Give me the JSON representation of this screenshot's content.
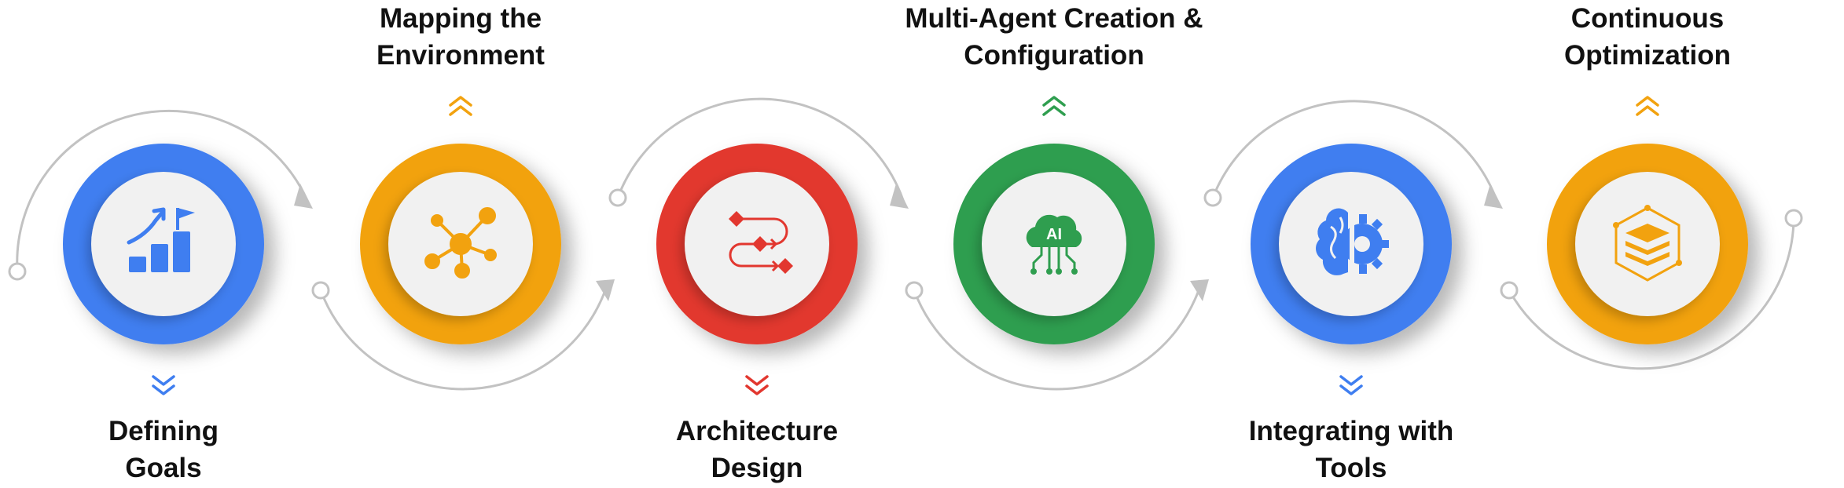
{
  "colors": {
    "blue": "#3f7ef0",
    "orange": "#f2a20f",
    "red": "#e2372f",
    "green": "#2f9e4f",
    "connector": "#c2c2c2",
    "inner_disc": "#f1f1f1"
  },
  "steps": [
    {
      "label_lines": [
        "Defining",
        "Goals"
      ],
      "label_position": "bottom",
      "color": "#3f7ef0",
      "icon": "growth-chart-flag-icon",
      "chevron": "down"
    },
    {
      "label_lines": [
        "Mapping the",
        "Environment"
      ],
      "label_position": "top",
      "color": "#f2a20f",
      "icon": "network-nodes-icon",
      "chevron": "up"
    },
    {
      "label_lines": [
        "Architecture",
        "Design"
      ],
      "label_position": "bottom",
      "color": "#e2372f",
      "icon": "workflow-diamonds-icon",
      "chevron": "down"
    },
    {
      "label_lines": [
        "Multi-Agent Creation &",
        "Configuration"
      ],
      "label_position": "top",
      "color": "#2f9e4f",
      "icon": "ai-cloud-circuit-icon",
      "chevron": "up"
    },
    {
      "label_lines": [
        "Integrating with",
        "Tools"
      ],
      "label_position": "bottom",
      "color": "#3f7ef0",
      "icon": "brain-gear-icon",
      "chevron": "down"
    },
    {
      "label_lines": [
        "Continuous",
        "Optimization"
      ],
      "label_position": "top",
      "color": "#f2a20f",
      "icon": "stacked-layers-icon",
      "chevron": "up"
    }
  ]
}
